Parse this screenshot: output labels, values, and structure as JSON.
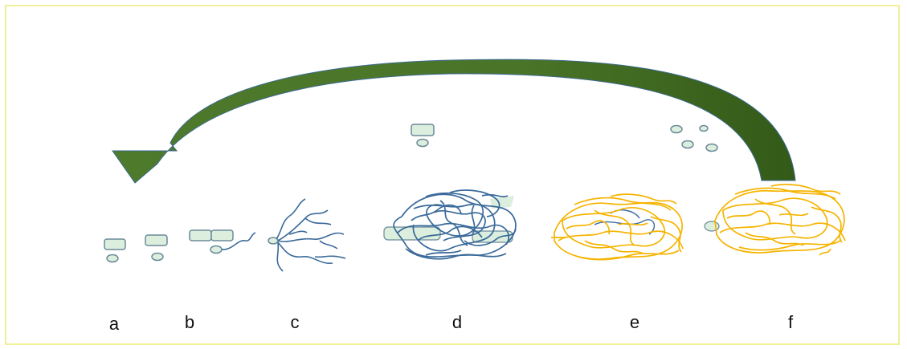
{
  "diagram": {
    "stage_labels": [
      "a",
      "b",
      "c",
      "d",
      "e",
      "f"
    ],
    "colors": {
      "frame_border": "#f1ef9a",
      "arrow_green": "#4e7a2c",
      "arrow_dark": "#38601c",
      "monomer_fill": "#dceedd",
      "monomer_stroke": "#6a8a9a",
      "chain_blue": "#3a6a9a",
      "aggregate_yellow": "#f5b400"
    },
    "icons": [
      "curved-cycle-arrow",
      "protein-monomer",
      "polymer-chain",
      "tangled-aggregate"
    ]
  }
}
